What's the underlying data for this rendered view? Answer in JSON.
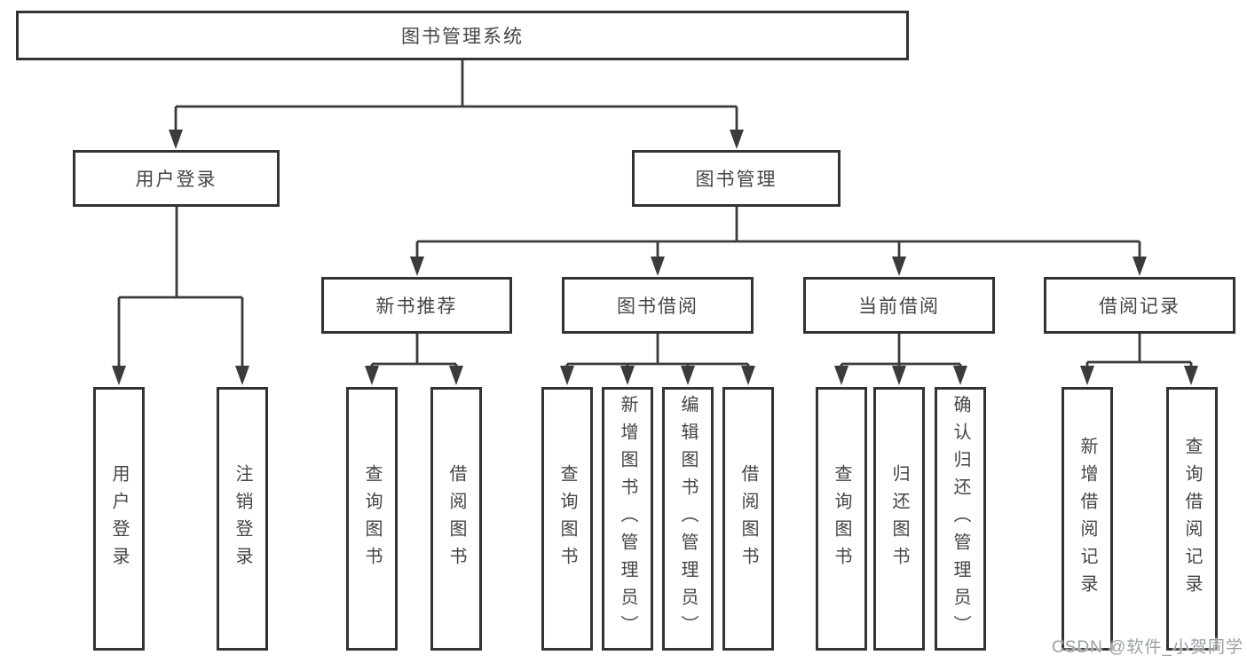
{
  "diagram": {
    "title": "图书管理系统",
    "modules": [
      {
        "name": "用户登录",
        "features": [
          "用户登录",
          "注销登录"
        ]
      },
      {
        "name": "图书管理",
        "submodules": [
          {
            "name": "新书推荐",
            "features": [
              "查询图书",
              "借阅图书"
            ]
          },
          {
            "name": "图书借阅",
            "features": [
              "查询图书",
              "新增图书（管理员）",
              "编辑图书（管理员）",
              "借阅图书"
            ]
          },
          {
            "name": "当前借阅",
            "features": [
              "查询图书",
              "归还图书",
              "确认归还（管理员）"
            ]
          },
          {
            "name": "借阅记录",
            "features": [
              "新增借阅记录",
              "查询借阅记录"
            ]
          }
        ]
      }
    ]
  },
  "watermark": "CSDN @软件_小贺同学",
  "colors": {
    "line": "#3b3b3b",
    "box_border": "#333333",
    "box_fill": "#ffffff",
    "text": "#454545",
    "watermark": "#9aa0a6",
    "background": "#ffffff"
  }
}
